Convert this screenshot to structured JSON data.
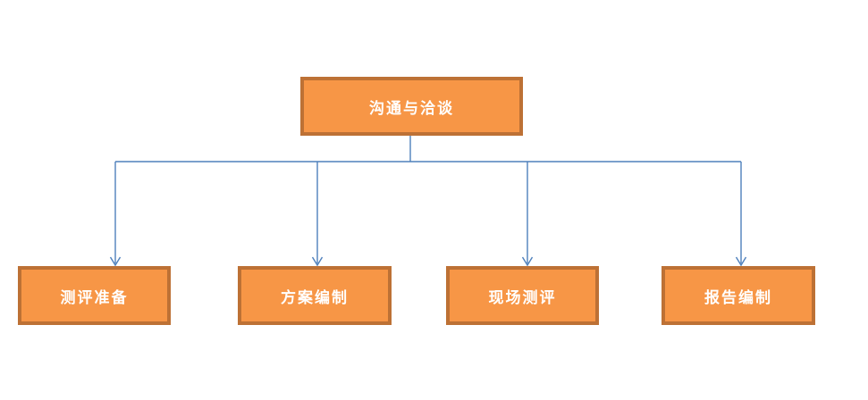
{
  "diagram": {
    "root": {
      "label": "沟通与洽谈"
    },
    "children": [
      {
        "label": "测评准备"
      },
      {
        "label": "方案编制"
      },
      {
        "label": "现场测评"
      },
      {
        "label": "报告编制"
      }
    ],
    "colors": {
      "box_fill": "#F79646",
      "box_border": "#BD7135",
      "connector": "#4E80BC",
      "text": "#FFFFFF"
    }
  }
}
